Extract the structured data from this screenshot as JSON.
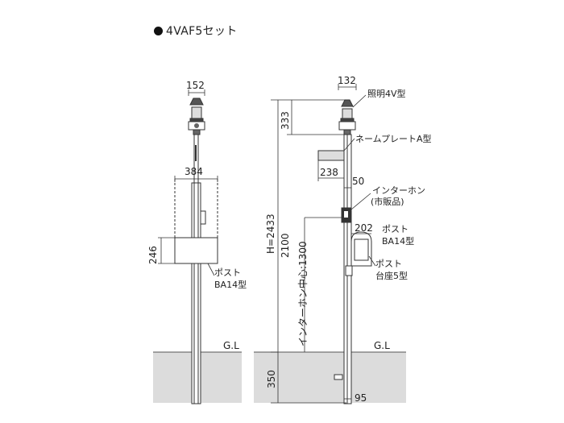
{
  "title": "4VAF5セット",
  "ground_label": "G.L",
  "front_view": {
    "dim_lamp_width": "152",
    "dim_post_width": "384",
    "dim_mailbox_height": "246",
    "label_mailbox_line1": "ポスト",
    "label_mailbox_line2": "BA14型"
  },
  "side_view": {
    "dim_lamp_width": "132",
    "dim_lamp_height": "333",
    "dim_total_height": "H=2433",
    "dim_interphone_height": "2100",
    "dim_interphone_center": "インターホン中心:1300",
    "dim_depth": "350",
    "dim_nameplate": "238",
    "dim_gap": "50",
    "dim_mailbox_depth": "202",
    "dim_base": "95",
    "label_lamp": "照明4V型",
    "label_nameplate": "ネームプレートA型",
    "label_interphone_line1": "インターホン",
    "label_interphone_line2": "(市販品)",
    "label_mailbox_line1": "ポスト",
    "label_mailbox_line2": "BA14型",
    "label_stand_line1": "ポスト",
    "label_stand_line2": "台座5型"
  }
}
